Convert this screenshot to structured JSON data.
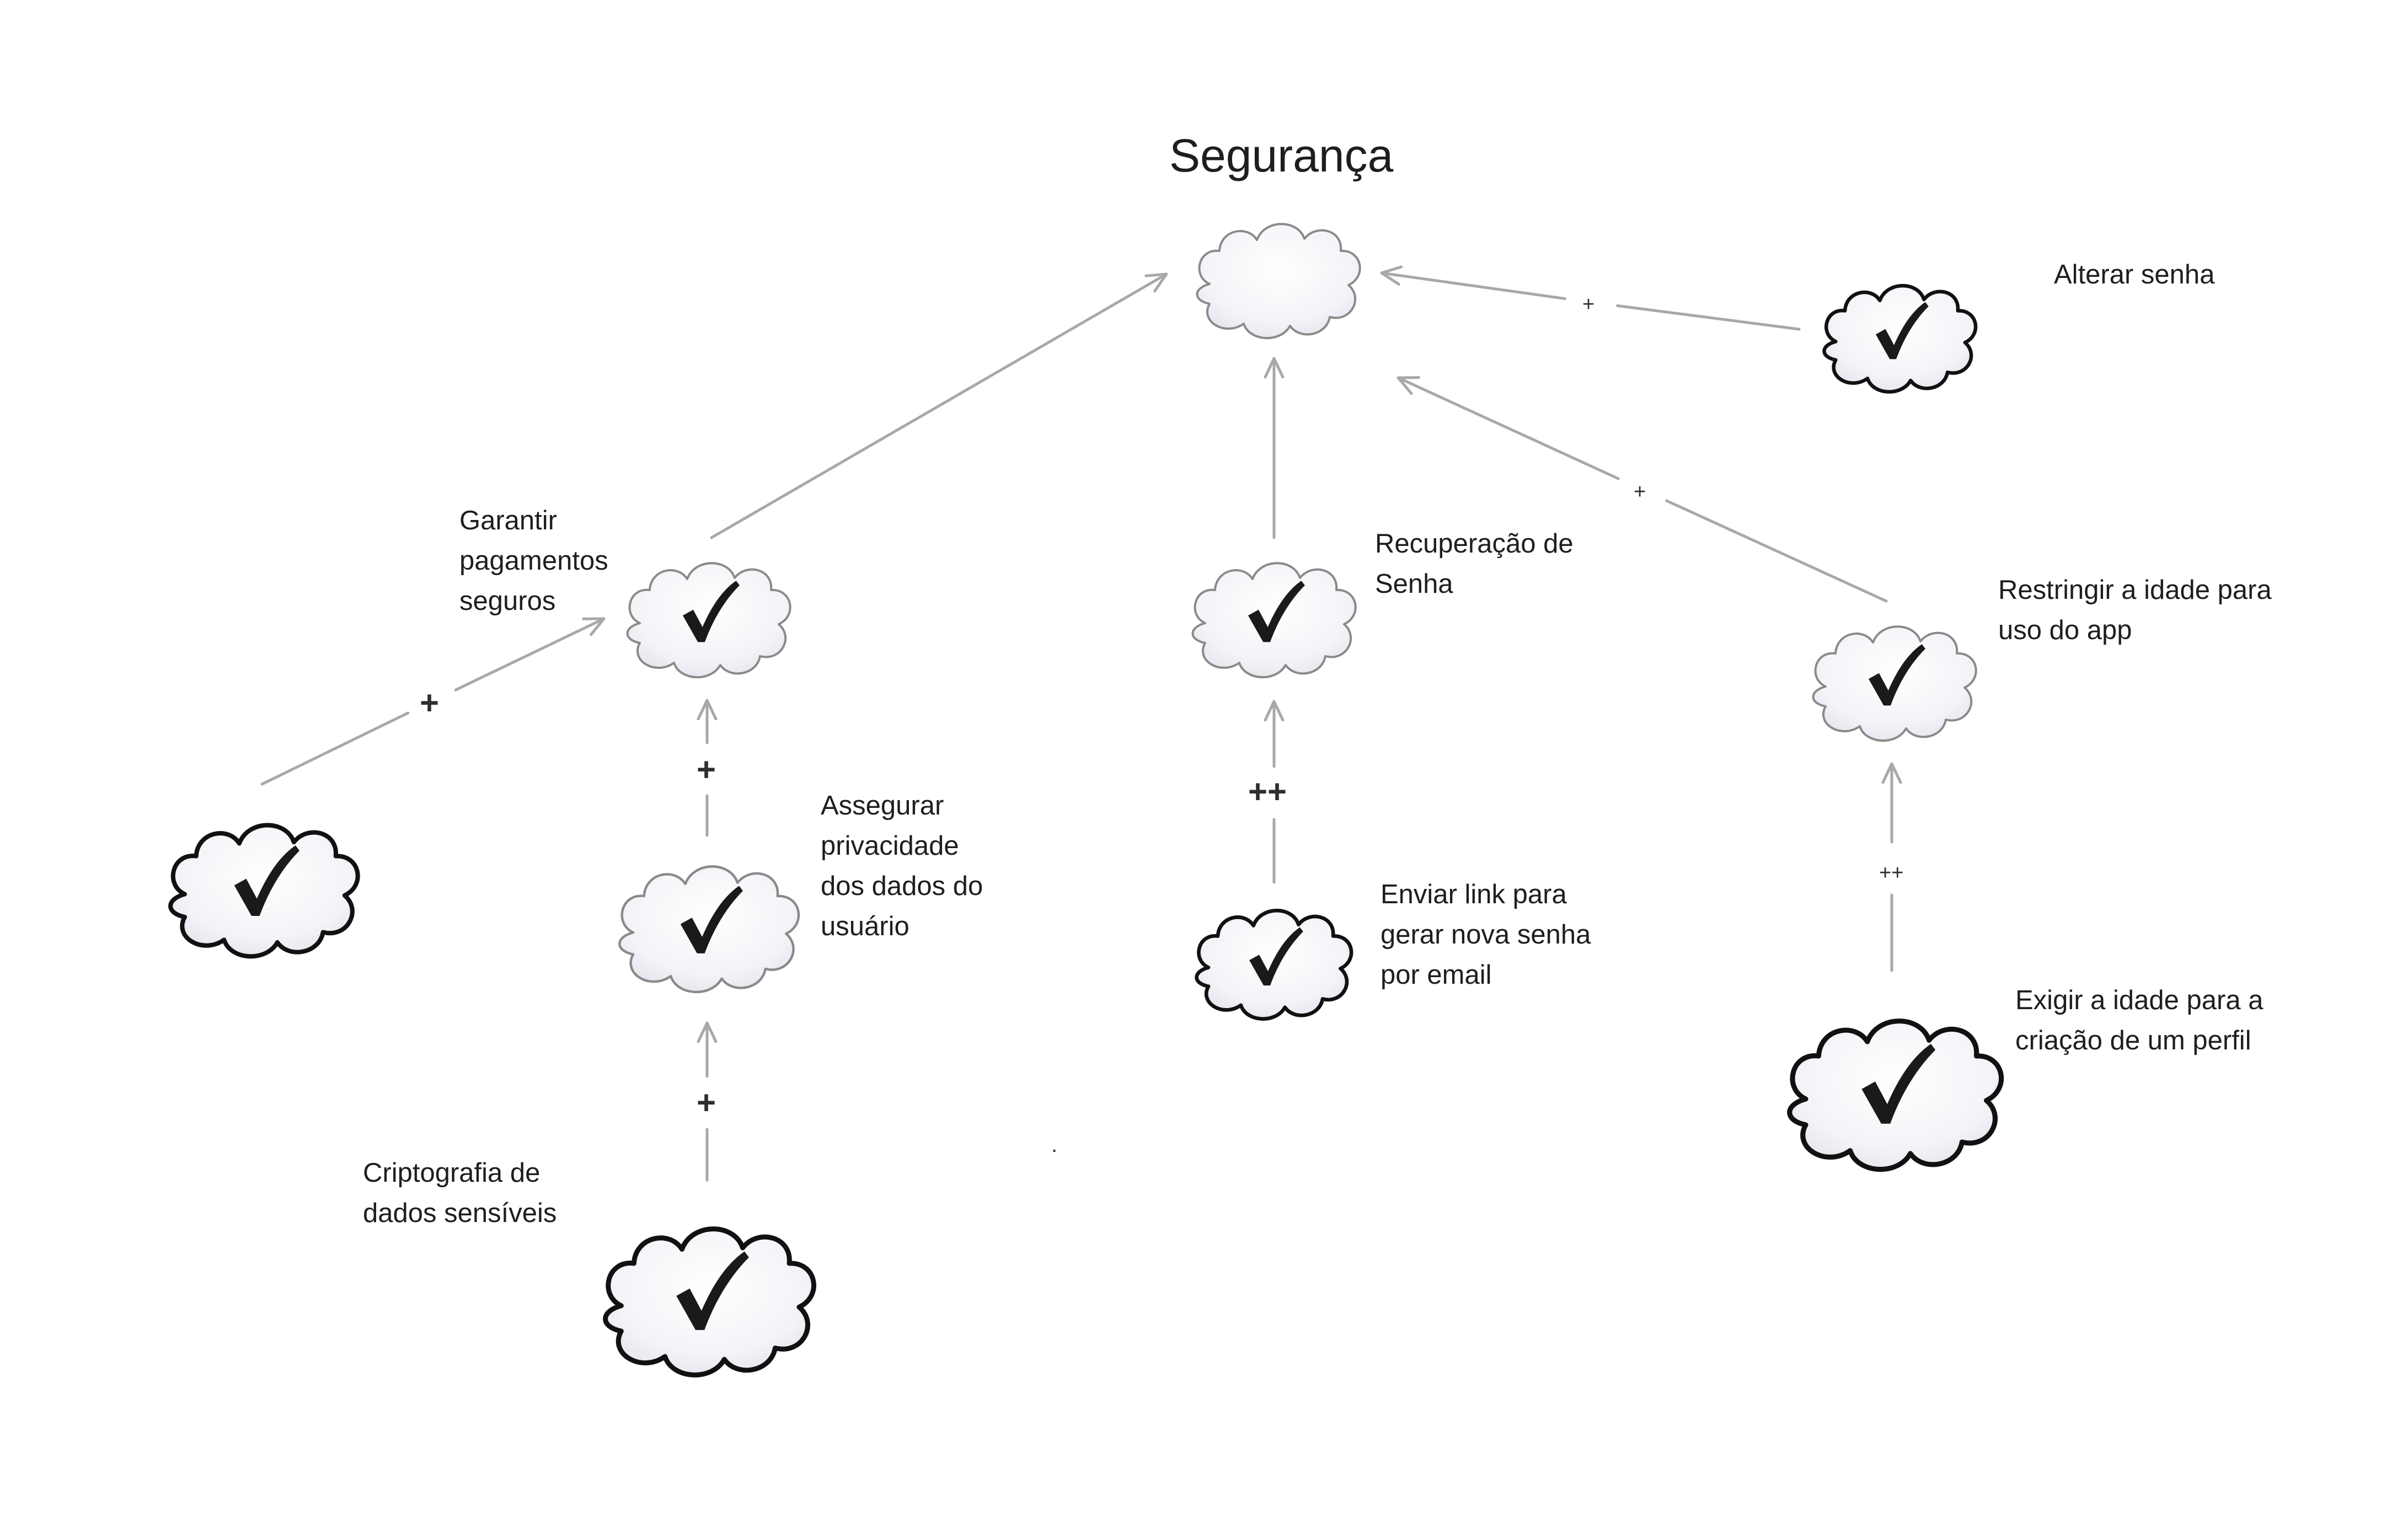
{
  "diagram": {
    "title": "Segurança",
    "nodes": {
      "root": {
        "type": "softgoal",
        "satisfied": false
      },
      "pagamentos": {
        "label": "Garantir pagamentos seguros",
        "lines": [
          "Garantir",
          "pagamentos",
          "seguros"
        ],
        "satisfied": true
      },
      "esquerda": {
        "label": "",
        "satisfied": true
      },
      "privacidade": {
        "label": "Assegurar privacidade dos dados do usuário",
        "lines": [
          "Assegurar",
          "privacidade",
          "dos dados do",
          "usuário"
        ],
        "satisfied": true
      },
      "criptografia": {
        "label": "Criptografia de dados sensíveis",
        "lines": [
          "Criptografia de",
          "dados sensíveis"
        ],
        "satisfied": true
      },
      "recuperacao": {
        "label": "Recuperação de Senha",
        "lines": [
          "Recuperação de",
          "Senha"
        ],
        "satisfied": true
      },
      "enviar_link": {
        "label": "Enviar link para gerar nova senha por email",
        "lines": [
          "Enviar link para",
          "gerar nova senha",
          "por email"
        ],
        "satisfied": true
      },
      "alterar": {
        "label": "Alterar senha",
        "lines": [
          "Alterar senha"
        ],
        "satisfied": true
      },
      "restringir": {
        "label": "Restringir a idade para uso do app",
        "lines": [
          "Restringir a idade para",
          "uso do app"
        ],
        "satisfied": true
      },
      "exigir": {
        "label": "Exigir a idade para a criação de um perfil",
        "lines": [
          "Exigir a idade para a",
          "criação de um perfil"
        ],
        "satisfied": true
      }
    },
    "links": [
      {
        "from": "pagamentos",
        "to": "root",
        "contribution": ""
      },
      {
        "from": "recuperacao",
        "to": "root",
        "contribution": ""
      },
      {
        "from": "alterar",
        "to": "root",
        "contribution": "+"
      },
      {
        "from": "restringir",
        "to": "root",
        "contribution": "+"
      },
      {
        "from": "esquerda",
        "to": "pagamentos",
        "contribution": "+"
      },
      {
        "from": "privacidade",
        "to": "pagamentos",
        "contribution": "+"
      },
      {
        "from": "criptografia",
        "to": "privacidade",
        "contribution": "+"
      },
      {
        "from": "enviar_link",
        "to": "recuperacao",
        "contribution": "++"
      },
      {
        "from": "exigir",
        "to": "restringir",
        "contribution": "++"
      }
    ],
    "stray_mark": "."
  },
  "colors": {
    "link": "#a8a8a8",
    "cloud_stroke_light": "#8a8a8a",
    "cloud_stroke_dark": "#111111",
    "checkmark": "#1a1a1a",
    "text": "#1e1e1e"
  },
  "icons": {
    "cloud": "cloud-icon",
    "check": "check-icon"
  }
}
